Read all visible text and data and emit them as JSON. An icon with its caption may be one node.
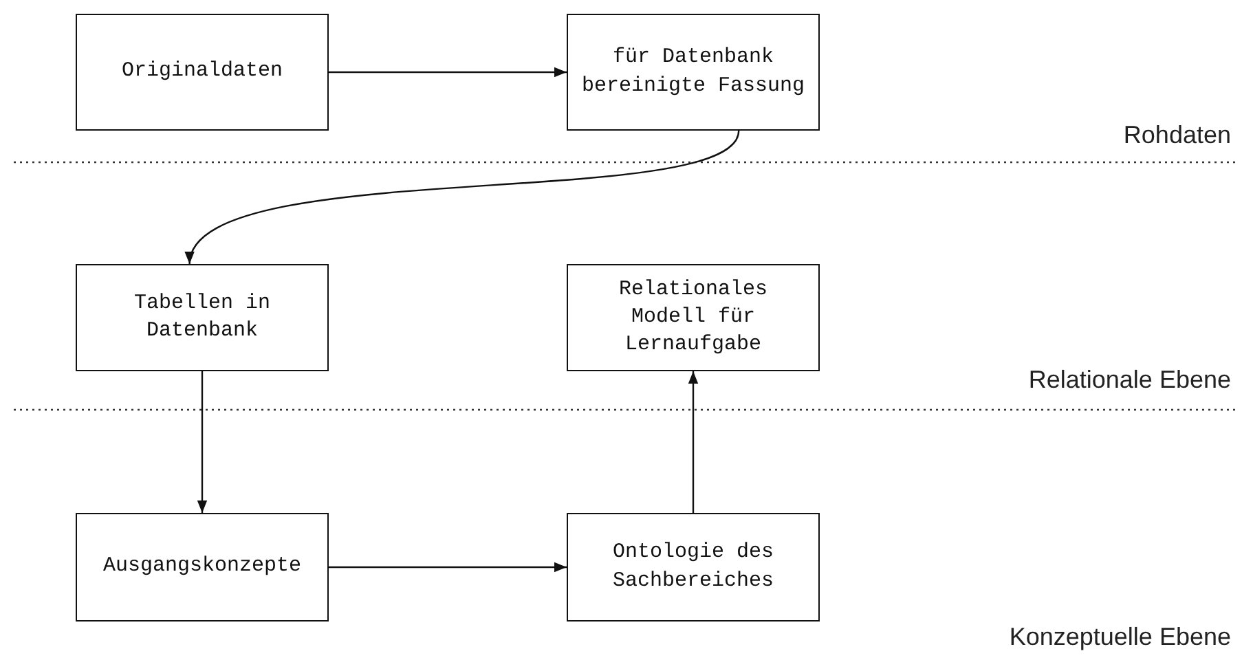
{
  "diagram": {
    "nodes": [
      {
        "text": [
          "Originaldaten"
        ]
      },
      {
        "text": [
          "für Datenbank bereinigte Fassung"
        ]
      },
      {
        "text": [
          "Tabellen in Datenbank"
        ]
      },
      {
        "text": [
          "Relationales Modell für Lernaufgabe"
        ]
      },
      {
        "text": [
          "Ausgangskonzepte"
        ]
      },
      {
        "text": [
          "Ontologie des Sachbereiches"
        ]
      }
    ],
    "edges": [
      {
        "from": 0,
        "to": 1,
        "arrow": "to"
      },
      {
        "from": 1,
        "to": 2,
        "arrow": "to"
      },
      {
        "from": 2,
        "to": 4,
        "arrow": "to"
      },
      {
        "from": 4,
        "to": 5,
        "arrow": "to"
      },
      {
        "from": 5,
        "to": 3,
        "arrow": "to"
      }
    ],
    "labels": [
      "Rohdaten",
      "Relationale Ebene",
      "Konzeptuelle Ebene"
    ]
  }
}
